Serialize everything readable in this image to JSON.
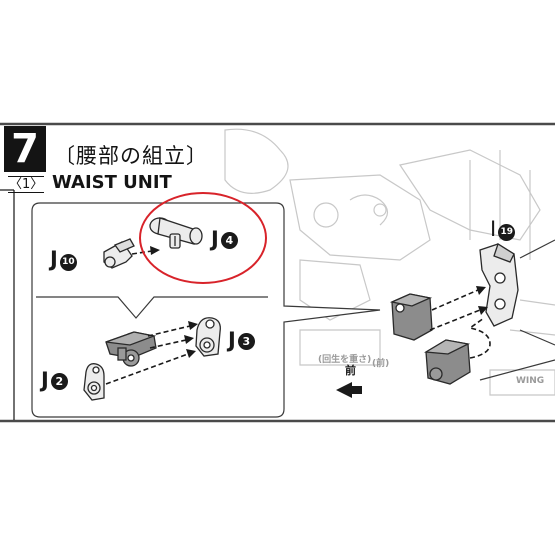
{
  "step": {
    "number": "7",
    "title_jp": "〔腰部の組立〕",
    "substep": "〈1〉",
    "title_en": "WAIST UNIT"
  },
  "parts": {
    "j4": {
      "letter": "J",
      "num": "4"
    },
    "j10": {
      "letter": "J",
      "num": "10"
    },
    "j3": {
      "letter": "J",
      "num": "3"
    },
    "j2": {
      "letter": "J",
      "num": "2"
    },
    "i19": {
      "letter": "I",
      "num": "19"
    }
  },
  "direction_label": "前",
  "background_text": [
    "WING",
    "(回生を重さ)",
    "(前)"
  ],
  "colors": {
    "highlight_circle": "#d8232a",
    "ink": "#1a1a1a",
    "part_fill": "#e9e9e9",
    "gray_part_fill": "#8c8c8c"
  }
}
